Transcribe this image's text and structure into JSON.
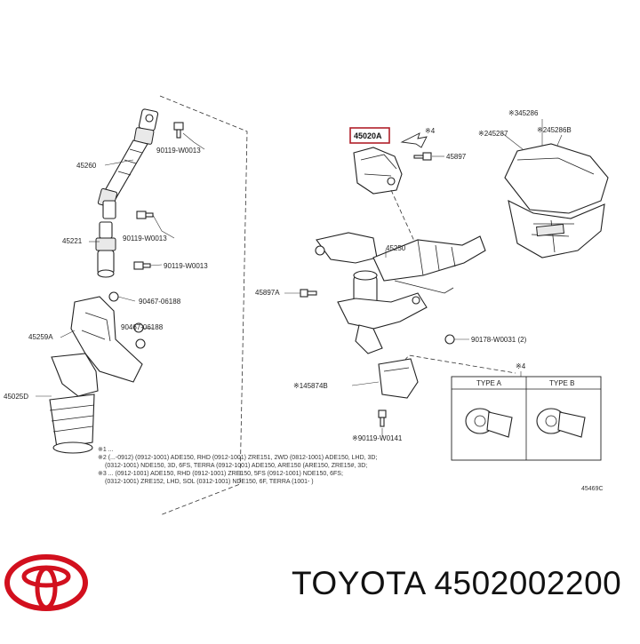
{
  "diagram": {
    "labels": {
      "p45260": "45260",
      "p45221": "45221",
      "p45259a": "45259A",
      "p45025d": "45025D",
      "p90119a": "90119-W0013",
      "p90119b": "90119-W0013",
      "p90119c": "90119-W0013",
      "p90467a": "90467-06188",
      "p90467b": "90467-06188",
      "p45020a": "45020A",
      "star4": "※4",
      "p45897": "45897",
      "p45250": "45250",
      "p45897a": "45897A",
      "p90178": "90178-W0031 (2)",
      "p145874b": "※145874B",
      "p90119d": "※90119-W0141",
      "p345286": "※345286",
      "p245287": "※245287",
      "p245286b": "※245286B",
      "star4b": "※4",
      "type_a": "TYPE A",
      "type_b": "TYPE B",
      "code": "45469C"
    },
    "notes": [
      "※1 ...",
      "※2 (...-0912) (0912-1001) ADE150, RHD (0912-1001) ZRE151, 2WD (0812-1001) ADE150, LHD, 3D;",
      "(0312-1001) NDE150, 3D, 6FS, TERRA (0912-1001) ADE150, ARE150 (ARE150, ZRE15#, 3D;",
      "※3 ... (0912-1001) ADE150, RHD (0912-1001) ZRE150, 5FS (0912-1001) NDE150, 6FS;",
      "(0312-1001) ZRE152, LHD, SOL (0312-1001) NDE150, 6F, TERRA (1001- )"
    ]
  },
  "brand": {
    "name": "TOYOTA",
    "part_number": "4502002200",
    "logo_color": "#d2101e"
  }
}
